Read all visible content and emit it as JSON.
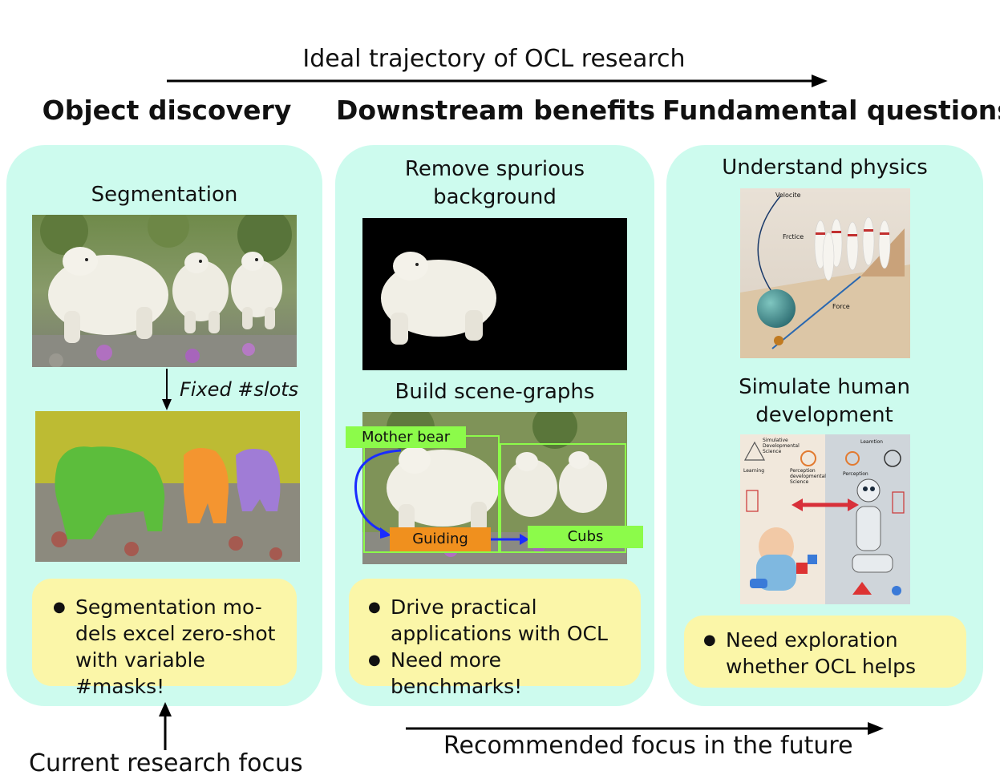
{
  "top_title": "Ideal trajectory of OCL research",
  "columns": [
    {
      "title": "Object discovery"
    },
    {
      "title": "Downstream benefits"
    },
    {
      "title": "Fundamental questions"
    }
  ],
  "object_discovery": {
    "subtitle": "Segmentation",
    "arrow_label": "Fixed #slots",
    "note_items": [
      "Segmentation mo-dels excel zero-shot with variable #masks!"
    ]
  },
  "downstream": {
    "subtitle1": "Remove spurious background",
    "subtitle2": "Build scene-graphs",
    "graph_labels": {
      "mother": "Mother bear",
      "guiding": "Guiding",
      "cubs": "Cubs"
    },
    "note_items": [
      "Drive practical applications with OCL",
      "Need more benchmarks!"
    ]
  },
  "fundamental": {
    "subtitle1": "Understand physics",
    "subtitle2": "Simulate human development",
    "physics_labels": {
      "velocite": "Velocite",
      "frctice": "Frctice",
      "force": "Force"
    },
    "dev_labels": {
      "simulative": "Simulative Developmental Science",
      "learning": "Learning",
      "perception_dev": "Perception developmental Science",
      "leamtion": "Leamtion",
      "perception": "Perception"
    },
    "note_items": [
      "Need exploration whether OCL helps"
    ]
  },
  "bottom": {
    "left": "Current research focus",
    "right": "Recommended focus in the future"
  },
  "colors": {
    "panel": "#cdfbee",
    "note": "#fbf6a8",
    "label_green": "#8cfb4a",
    "label_orange": "#f0901e",
    "arrow_blue": "#1a2cff"
  }
}
